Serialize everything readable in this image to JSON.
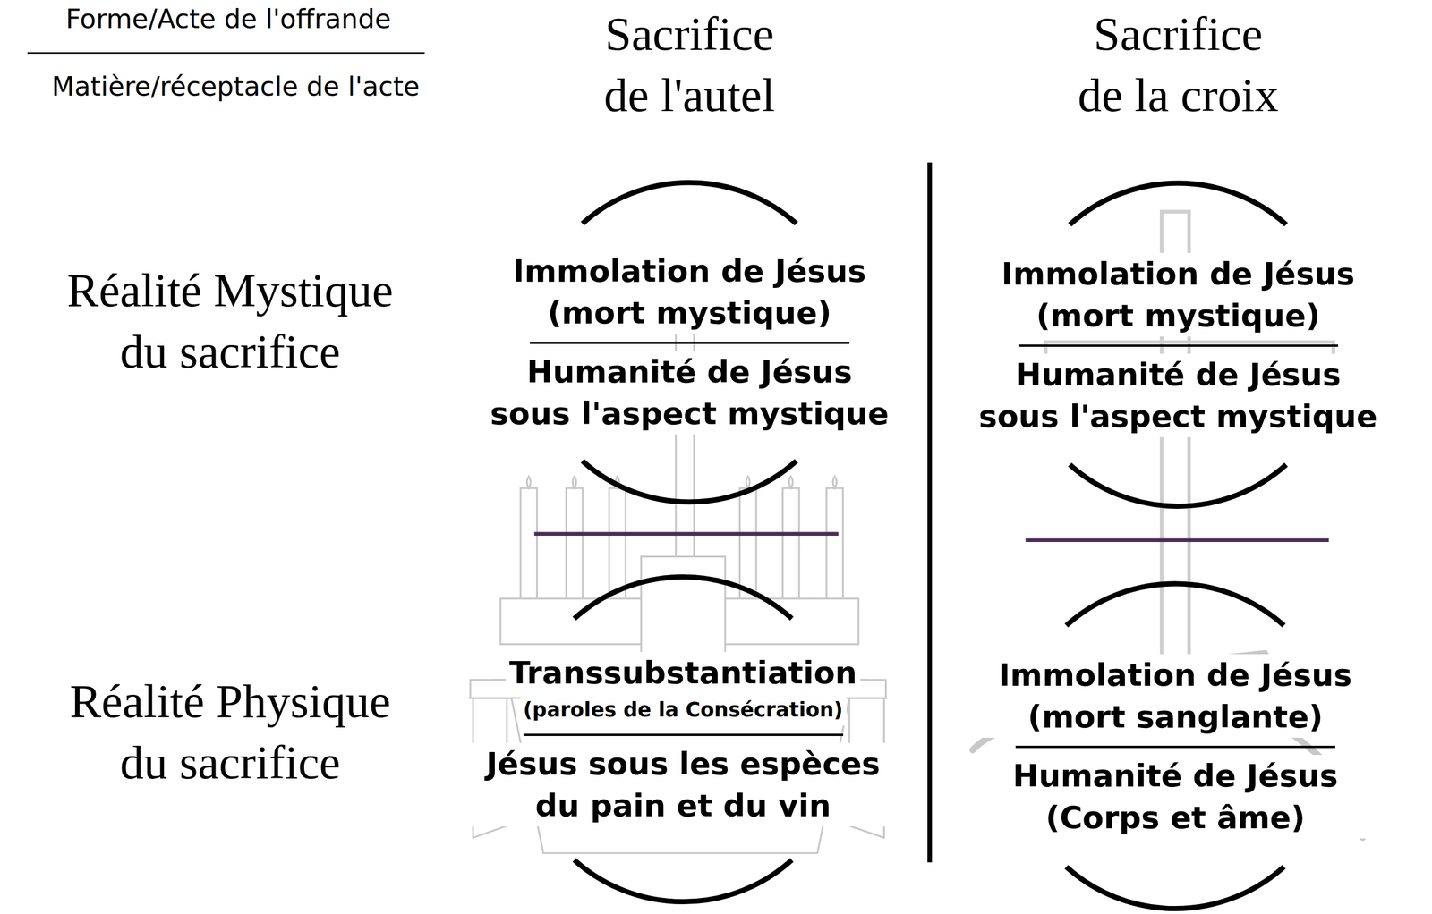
{
  "diagram": {
    "nodes": [
      {
        "text": [
          "Immolation de Jésus (mort mystique)",
          "Humanité de Jésus sous l'aspect mystique"
        ]
      },
      {
        "text": [
          "Immolation de Jésus (mort mystique)",
          "Humanité de Jésus sous l'aspect mystique"
        ]
      },
      {
        "text": [
          "Transsubstantiation",
          "(paroles de la Consécration)",
          "Jésus sous les espèces du pain et du vin"
        ]
      },
      {
        "text": [
          "Immolation de Jésus (mort sanglante)",
          "Humanité de Jésus (Corps et âme)"
        ]
      }
    ],
    "labels": [
      "Forme/Acte de l'offrande",
      "Matière/réceptacle de l'acte",
      "Sacrifice de l'autel",
      "Sacrifice de la croix",
      "Réalité Mystique du sacrifice",
      "Réalité Physique du sacrifice"
    ]
  }
}
